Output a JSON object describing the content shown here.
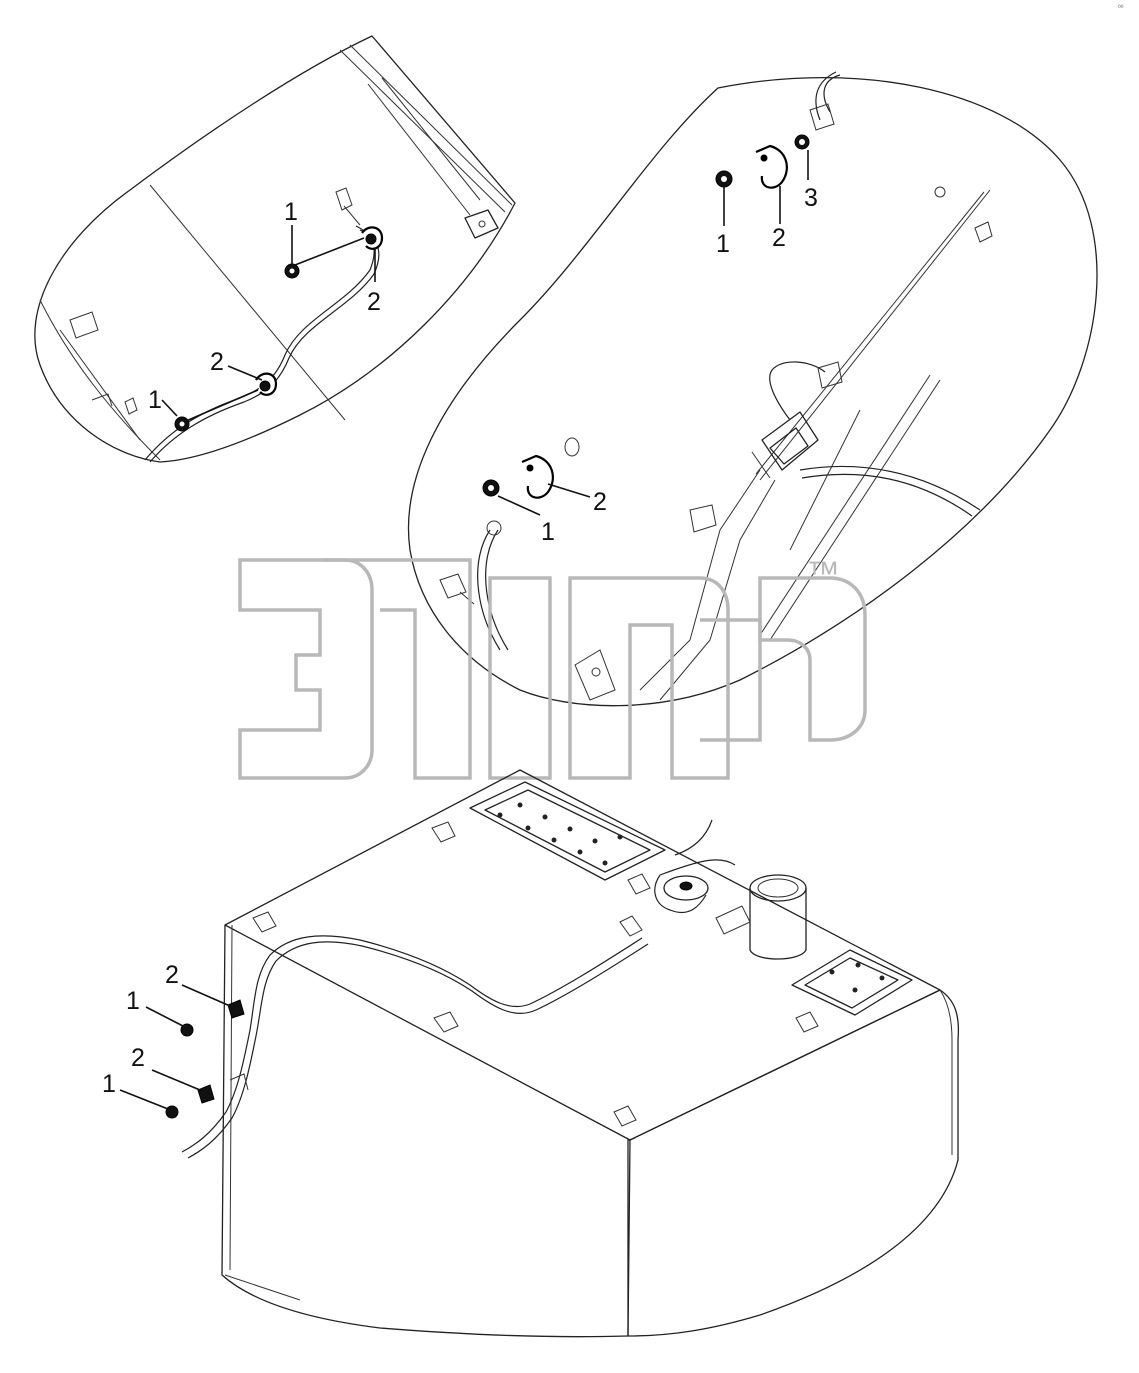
{
  "callouts": {
    "left_view": [
      {
        "text": "1"
      },
      {
        "text": "2"
      },
      {
        "text": "2"
      },
      {
        "text": "1"
      }
    ],
    "right_view": [
      {
        "text": "1"
      },
      {
        "text": "2"
      },
      {
        "text": "3"
      },
      {
        "text": "2"
      },
      {
        "text": "1"
      }
    ],
    "tank_view": [
      {
        "text": "2"
      },
      {
        "text": "1"
      },
      {
        "text": "2"
      },
      {
        "text": "1"
      }
    ]
  },
  "watermark": {
    "tm": "™"
  },
  "corner_mark": "⁰⁰"
}
